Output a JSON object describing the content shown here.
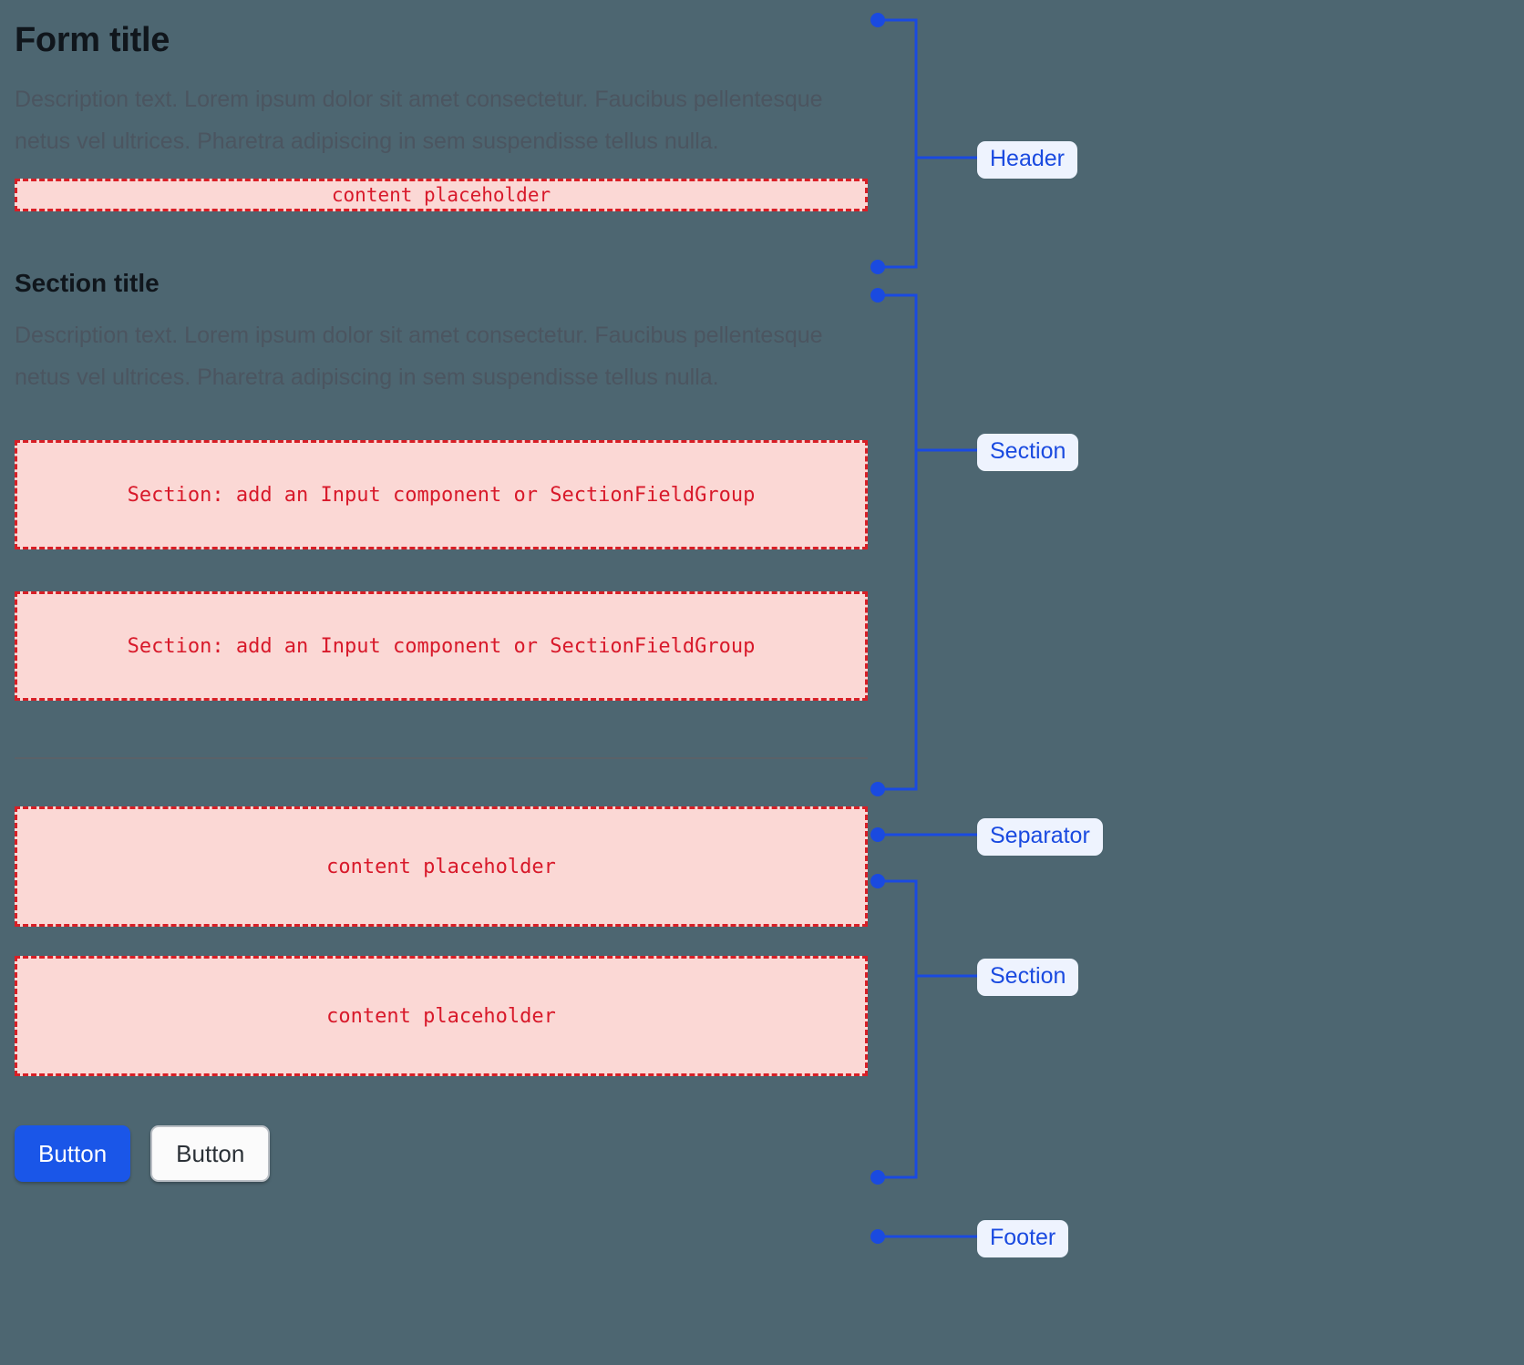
{
  "page": {
    "background_color": "#4d6671",
    "accent_blue": "#1a4ae0",
    "placeholder_red": "#d8192a",
    "placeholder_fill": "#fbd8d5"
  },
  "header": {
    "title": "Form title",
    "description": "Description text. Lorem ipsum dolor sit amet consectetur. Faucibus pellentesque netus vel ultrices. Pharetra adipiscing in sem suspendisse tellus nulla.",
    "placeholder": "content placeholder"
  },
  "section": {
    "title": "Section title",
    "description": "Description text. Lorem ipsum dolor sit amet consectetur. Faucibus pellentesque netus vel ultrices. Pharetra adipiscing in sem suspendisse tellus nulla.",
    "field_placeholders": [
      "Section: add an Input component or SectionFieldGroup",
      "Section: add an Input component or SectionFieldGroup"
    ]
  },
  "section_two": {
    "placeholders": [
      "content placeholder",
      "content placeholder"
    ]
  },
  "footer": {
    "buttons": [
      {
        "label": "Button",
        "variant": "primary"
      },
      {
        "label": "Button",
        "variant": "secondary"
      }
    ]
  },
  "annotations": [
    {
      "label": "Header",
      "kind": "bracket"
    },
    {
      "label": "Section",
      "kind": "bracket"
    },
    {
      "label": "Separator",
      "kind": "leader"
    },
    {
      "label": "Section",
      "kind": "bracket"
    },
    {
      "label": "Footer",
      "kind": "leader"
    }
  ]
}
